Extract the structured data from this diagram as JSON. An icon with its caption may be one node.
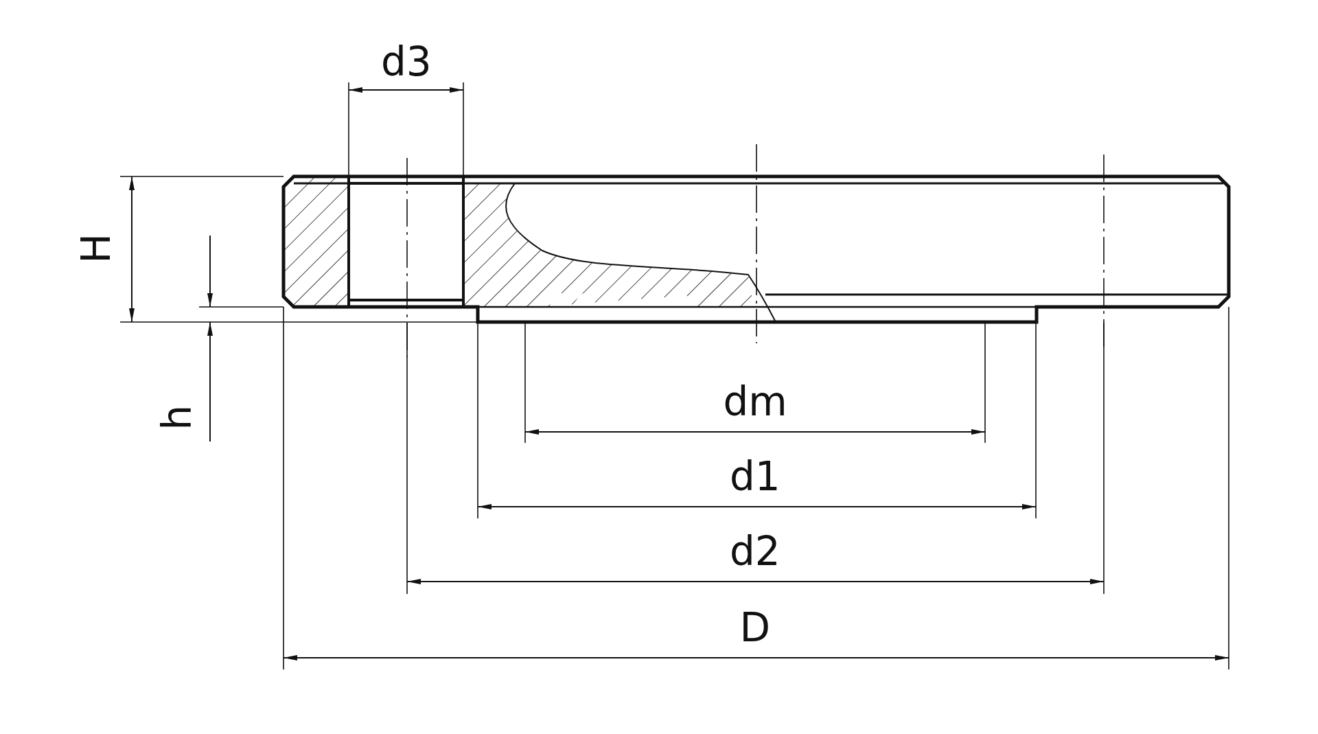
{
  "diagram": {
    "labels": [
      "d3",
      "H",
      "h",
      "dm",
      "d1",
      "d2",
      "D"
    ]
  }
}
